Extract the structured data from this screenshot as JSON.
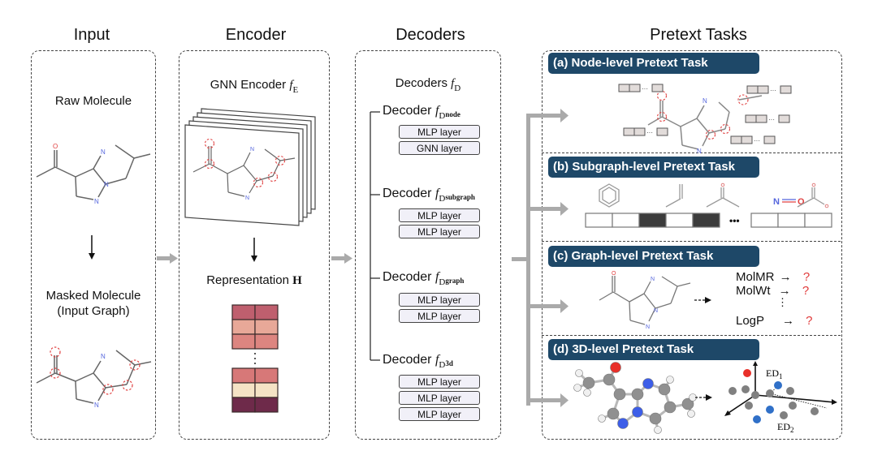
{
  "columns": {
    "input": "Input",
    "encoder": "Encoder",
    "decoders": "Decoders",
    "pretext": "Pretext Tasks"
  },
  "input_panel": {
    "raw_label": "Raw Molecule",
    "masked_label_line1": "Masked Molecule",
    "masked_label_line2": "(Input Graph)"
  },
  "encoder_panel": {
    "title_text": "GNN Encoder",
    "title_symbol": "f",
    "title_subscript": "E",
    "representation_text": "Representation",
    "representation_symbol": "H",
    "representation_colors": [
      "#bf5f6e",
      "#e8a898",
      "#dd8580",
      "#d77878",
      "#f5e3c5",
      "#6e2a4a"
    ]
  },
  "decoders_panel": {
    "title_text": "Decoders",
    "title_symbol": "f",
    "title_subscript": "D",
    "decoders": [
      {
        "label": "Decoder",
        "symbol": "f",
        "sub": "D",
        "subsub": "node",
        "layers": [
          "MLP layer",
          "GNN layer"
        ]
      },
      {
        "label": "Decoder",
        "symbol": "f",
        "sub": "D",
        "subsub": "subgraph",
        "layers": [
          "MLP layer",
          "MLP layer"
        ]
      },
      {
        "label": "Decoder",
        "symbol": "f",
        "sub": "D",
        "subsub": "graph",
        "layers": [
          "MLP layer",
          "MLP layer"
        ]
      },
      {
        "label": "Decoder",
        "symbol": "f",
        "sub": "D",
        "subsub": "3d",
        "layers": [
          "MLP layer",
          "MLP layer",
          "MLP layer"
        ]
      }
    ]
  },
  "tasks": {
    "a": {
      "title": "(a) Node-level Pretext Task",
      "ellipsis": "···"
    },
    "b": {
      "title": "(b) Subgraph-level Pretext Task",
      "fragment_no": "N",
      "fragment_o": "O",
      "ellipsis": "•••"
    },
    "c": {
      "title": "(c) Graph-level Pretext Task",
      "properties": [
        {
          "name": "MolMR",
          "arrow": "→",
          "value": "?"
        },
        {
          "name": "MolWt",
          "arrow": "→",
          "value": "?"
        },
        {
          "name": "LogP",
          "arrow": "→",
          "value": "?"
        }
      ],
      "vdots": "⋮"
    },
    "d": {
      "title": "(d) 3D-level Pretext Task",
      "ed1": "ED",
      "ed1_sub": "1",
      "ed2": "ED",
      "ed2_sub": "2"
    }
  },
  "atoms": {
    "N": "N",
    "O": "O"
  },
  "colors": {
    "header_bg": "#1e4868",
    "flow_arrow": "#aaaaaa",
    "mask_circle": "#e04040",
    "nitrogen": "#5566dd",
    "oxygen": "#e04040"
  }
}
